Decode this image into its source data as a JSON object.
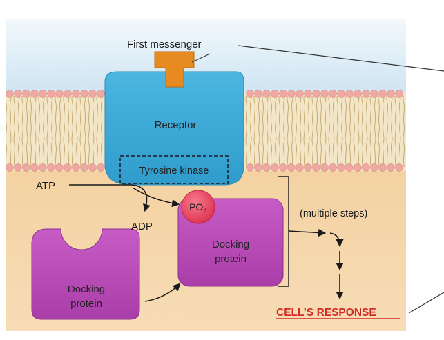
{
  "labels": {
    "first_messenger": "First messenger",
    "receptor": "Receptor",
    "tyrosine_kinase": "Tyrosine kinase",
    "atp": "ATP",
    "adp": "ADP",
    "po4_main": "PO",
    "po4_sub": "4",
    "docking_active_line1": "Docking",
    "docking_active_line2": "protein",
    "docking_inactive_line1": "Docking",
    "docking_inactive_line2": "protein",
    "multiple_steps": "(multiple steps)",
    "cells_response": "CELL’S RESPONSE"
  },
  "colors": {
    "extracellular": "#dcecf6",
    "cytoplasm": "#f2d3a6",
    "membrane_lipid_head": "#f0a8a2",
    "membrane_tail": "#c9b27c",
    "receptor": "#3ba8d6",
    "first_messenger": "#e78a1f",
    "docking_protein": "#b848b6",
    "phosphate": "#e84a62",
    "response_text": "#d42a25"
  }
}
